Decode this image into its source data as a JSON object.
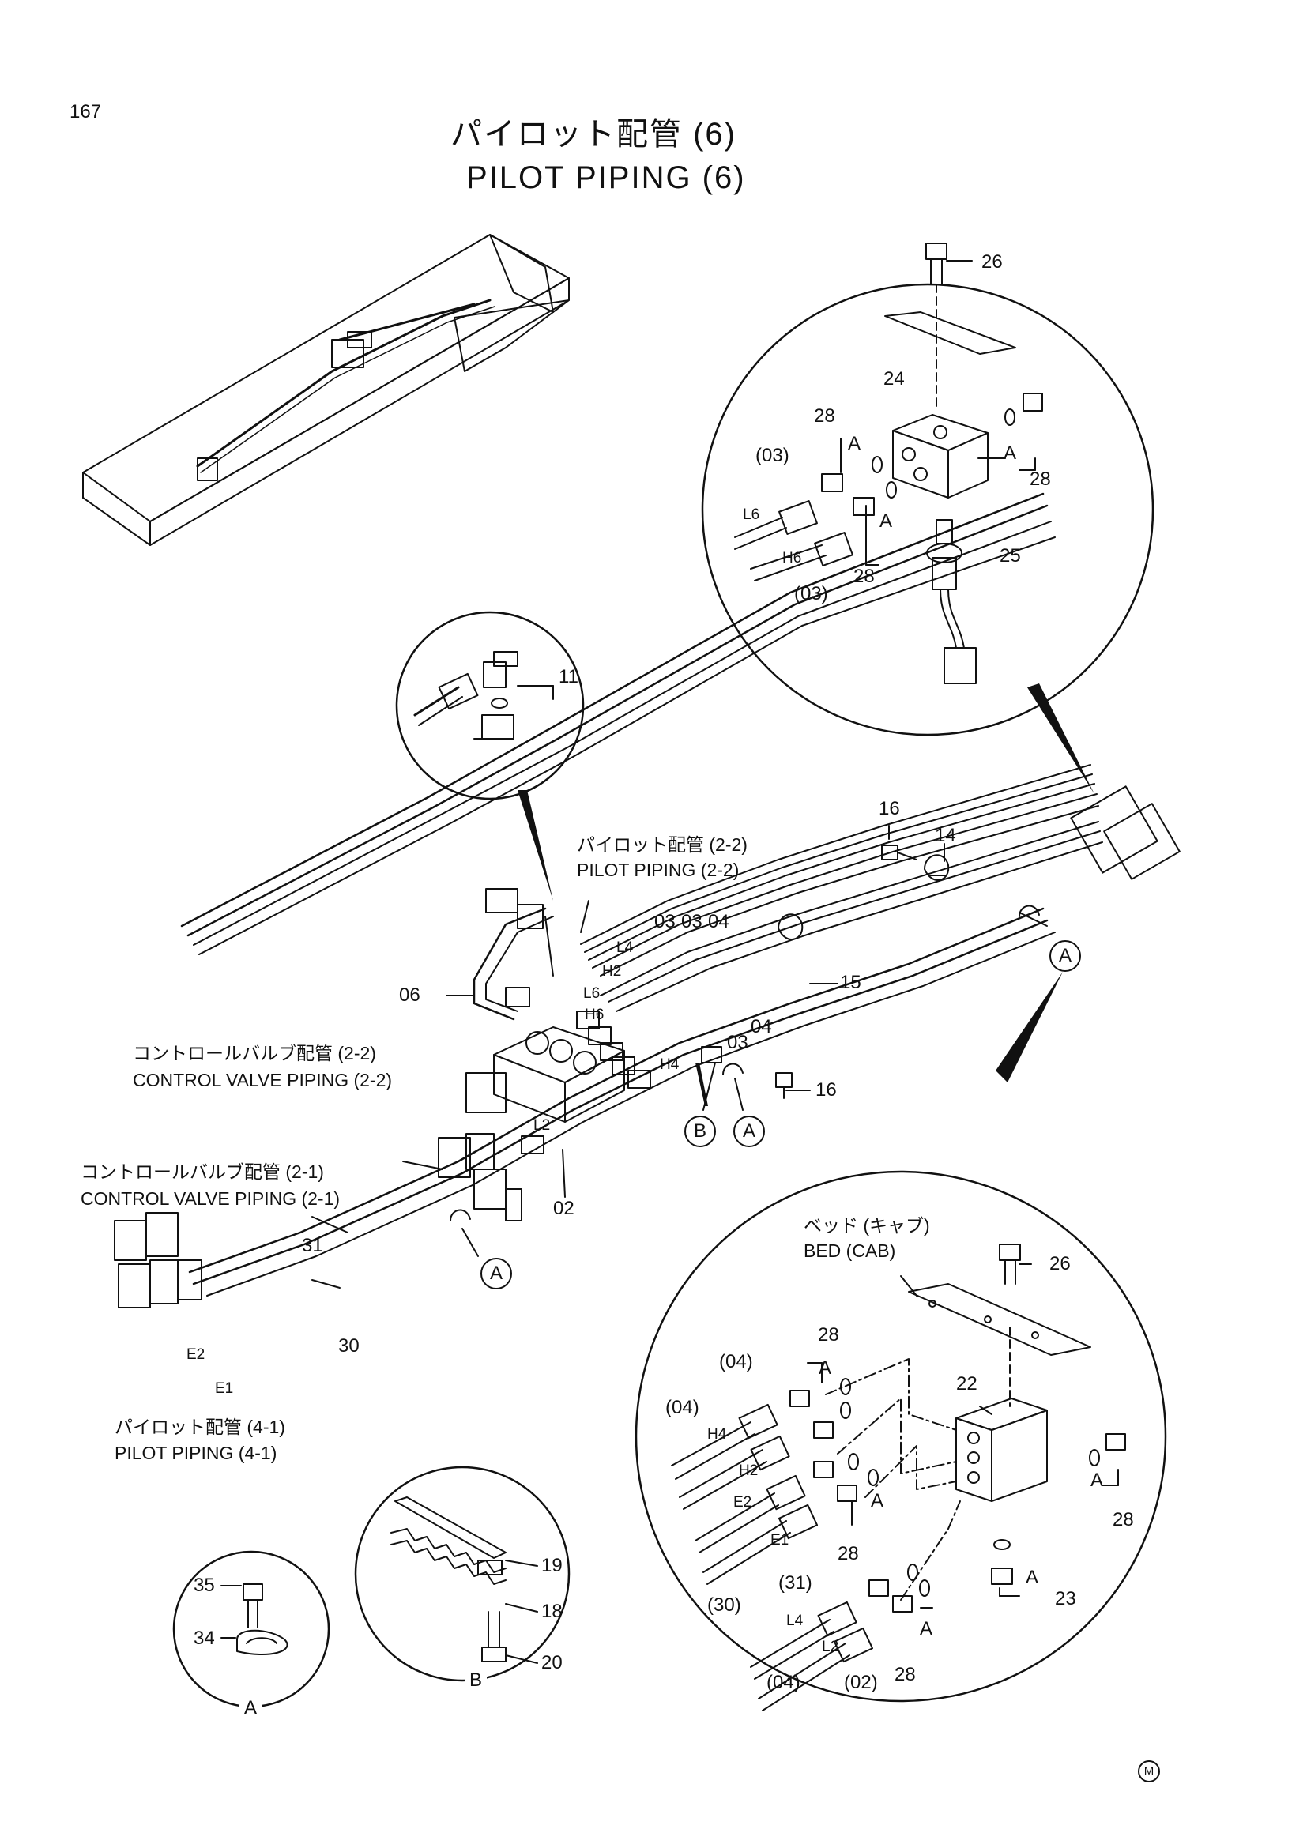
{
  "page_number": "167",
  "title": {
    "jp": "パイロット配管 (6)",
    "en": "PILOT PIPING (6)"
  },
  "labels": {
    "pilot_2_2_jp": "パイロット配管 (2-2)",
    "pilot_2_2_en": "PILOT PIPING (2-2)",
    "cv_2_2_jp": "コントロールバルブ配管 (2-2)",
    "cv_2_2_en": "CONTROL VALVE PIPING (2-2)",
    "cv_2_1_jp": "コントロールバルブ配管 (2-1)",
    "cv_2_1_en": "CONTROL VALVE PIPING (2-1)",
    "pilot_4_1_jp": "パイロット配管 (4-1)",
    "pilot_4_1_en": "PILOT PIPING (4-1)",
    "bed_jp": "ベッド (キャブ)",
    "bed_en": "BED (CAB)"
  },
  "main_callouts": {
    "p16a": "16",
    "p14": "14",
    "p03a": "03",
    "p03b": "03",
    "p04a": "04",
    "p15": "15",
    "p04b": "04",
    "p03c": "03",
    "p16b": "16",
    "p06": "06",
    "p02": "02",
    "p31": "31",
    "p30": "30",
    "p11": "11"
  },
  "hose_marks": {
    "L4": "L4",
    "H2": "H2",
    "L6": "L6",
    "H6": "H6",
    "H4": "H4",
    "L2": "L2",
    "E2": "E2",
    "E1": "E1"
  },
  "detail_top": {
    "p26": "26",
    "p24": "24",
    "p28a": "28",
    "p28b": "28",
    "p28c": "28",
    "p25": "25",
    "p03a": "(03)",
    "p03b": "(03)",
    "L6": "L6",
    "H6": "H6",
    "A1": "A",
    "A2": "A",
    "A3": "A"
  },
  "detail_bottom": {
    "p26": "26",
    "p28a": "28",
    "p22": "22",
    "p04a": "(04)",
    "p04b": "(04)",
    "H4": "H4",
    "H2": "H2",
    "E2": "E2",
    "E1": "E1",
    "p28b": "28",
    "p31": "(31)",
    "p30": "(30)",
    "p28c": "28",
    "p23": "23",
    "L4": "L4",
    "L2": "L2",
    "p04c": "(04)",
    "p02": "(02)",
    "p28d": "28",
    "A1": "A",
    "A2": "A",
    "A3": "A",
    "A4": "A",
    "A5": "A"
  },
  "view_refs": {
    "A1": "A",
    "A2": "A",
    "A3": "A",
    "B1": "B"
  },
  "detail_a": {
    "p35": "35",
    "p34": "34",
    "name": "A"
  },
  "detail_b": {
    "p19": "19",
    "p18": "18",
    "p20": "20",
    "name": "B"
  },
  "corner_mark": "M"
}
